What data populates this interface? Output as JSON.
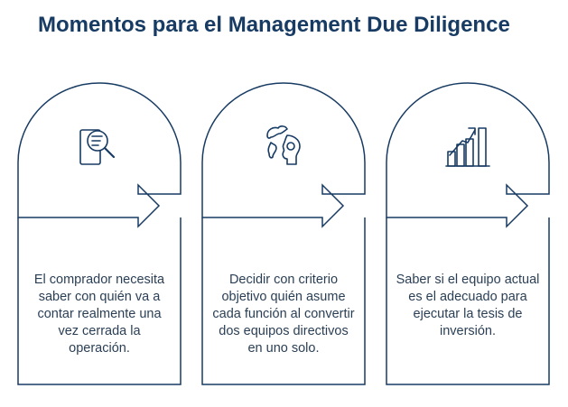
{
  "title": "Momentos para el Management Due Diligence",
  "colors": {
    "primary": "#173b63",
    "text": "#2a3f55"
  },
  "cards": [
    {
      "icon": "document-search-icon",
      "text": "El comprador necesita saber con quién va a contar realmente una vez cerrada la operación."
    },
    {
      "icon": "globe-head-icon",
      "text": "Decidir con criterio objetivo quién asume cada función al convertir dos equipos directivos en uno solo."
    },
    {
      "icon": "growth-chart-icon",
      "text": "Saber si el equipo actual es el adecuado para ejecutar la tesis de inversión."
    }
  ]
}
